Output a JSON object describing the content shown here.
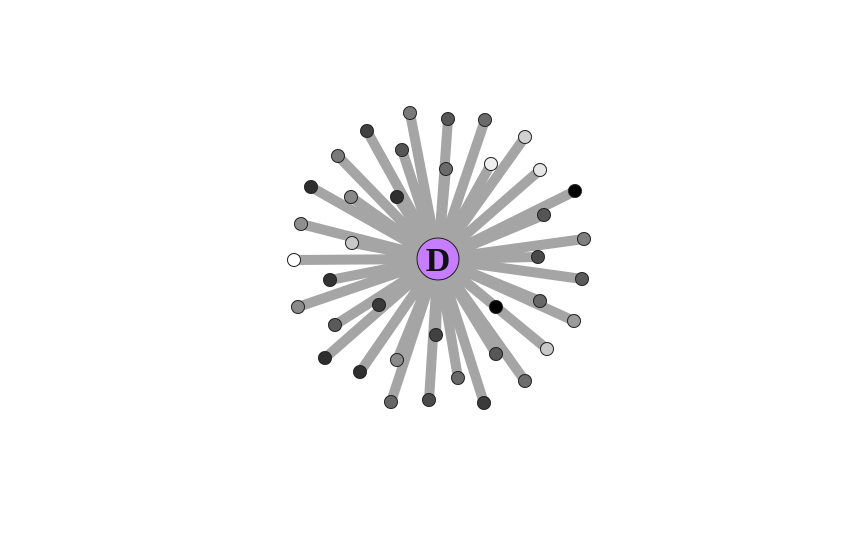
{
  "diagram": {
    "type": "star-network",
    "center": {
      "label": "D",
      "fill": "#c77dff"
    },
    "edge_color": "#a5a5a5",
    "node_count": 39,
    "leaf_colors": [
      "#7a7a7a",
      "#575757",
      "#6a6a6a",
      "#d0d0d0",
      "#e6e6e6",
      "#000000",
      "#555555",
      "#7f7f7f",
      "#4a4a4a",
      "#5a5a5a",
      "#676767",
      "#9a9a9a",
      "#c9c9c9",
      "#6c6c6c",
      "#000000",
      "#575757",
      "#3a3a3a",
      "#686868",
      "#4a4a4a",
      "#414141",
      "#666666",
      "#2f2f2f",
      "#8a8a8a",
      "#3a3a3a",
      "#2e2e2e",
      "#5a5a5a",
      "#8a8a8a",
      "#333333",
      "#c8c8c8",
      "#ffffff",
      "#8f8f8f",
      "#888888",
      "#2e2e2e",
      "#7a7a7a",
      "#404040",
      "#555555",
      "#2f2f2f",
      "#6a6a6a",
      "#f0f0f0"
    ]
  }
}
